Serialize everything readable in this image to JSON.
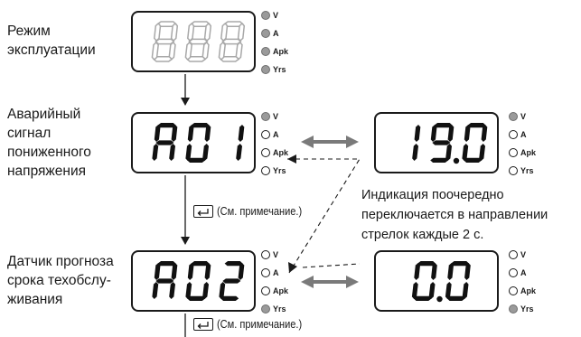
{
  "labels": {
    "operation_mode": [
      "Режим",
      "эксплуатации"
    ],
    "undervoltage_alarm": [
      "Аварийный",
      "сигнал",
      "пониженного",
      "напряжения"
    ],
    "maintenance_sensor": [
      "Датчик прогноза",
      "срока техобслу-",
      "живания"
    ]
  },
  "displays": {
    "operation_mode": "888",
    "undervoltage_alarm": "A01",
    "voltage_value": "19.0",
    "maintenance_sensor": "A02",
    "years_value": "0.0"
  },
  "indicator_labels": [
    "V",
    "A",
    "Apk",
    "Yrs"
  ],
  "indicators": {
    "operation_mode": [
      true,
      true,
      true,
      true
    ],
    "undervoltage_alarm": [
      true,
      false,
      false,
      false
    ],
    "voltage_value": [
      true,
      false,
      false,
      false
    ],
    "maintenance_sensor": [
      false,
      false,
      false,
      true
    ],
    "years_value": [
      false,
      false,
      false,
      true
    ]
  },
  "notes": {
    "see_note_1": "(См. примечание.)",
    "see_note_2": "(См. примечание.)"
  },
  "alternation_text": [
    "Индикация поочередно",
    "переключается в направлении",
    "стрелок каждые 2 с."
  ],
  "icons": {
    "key": "enter-key-icon",
    "arrows": [
      "down-arrow",
      "double-arrow",
      "dashed-arrow"
    ]
  },
  "colors": {
    "led_on": "#9a9a9a",
    "segment_on": "#111111",
    "segment_dim": "#a8a8a8",
    "double_arrow": "#7a7a7a"
  }
}
